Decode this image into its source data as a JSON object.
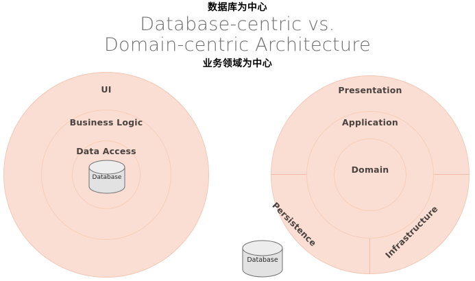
{
  "title": {
    "cn_note_top": "数据库为中心",
    "line1": "Database-centric vs.",
    "line2": "Domain-centric Architecture",
    "cn_note_bottom": "业务领域为中心"
  },
  "colors": {
    "ring_fill": "#fbded3",
    "ring_stroke": "#f3c7b4",
    "label_text": "#4a4340",
    "title_text": "#6e6e6e",
    "cn_text": "#000000",
    "cylinder_fill": "#e2e2e2",
    "cylinder_stroke": "#6f6f6f",
    "background": "#ffffff"
  },
  "left_diagram": {
    "name": "database-centric-architecture",
    "rings": [
      {
        "label": "UI"
      },
      {
        "label": "Business Logic"
      },
      {
        "label": "Data Access"
      }
    ],
    "center_icon": {
      "type": "database-cylinder",
      "label": "Database"
    }
  },
  "right_diagram": {
    "name": "domain-centric-architecture",
    "rings": [
      {
        "label": "Presentation"
      },
      {
        "label": "Application"
      },
      {
        "label": "Domain"
      }
    ],
    "sectors": [
      {
        "label": "Persistence",
        "rotation": 45
      },
      {
        "label": "Infrastructure",
        "rotation": -45
      }
    ]
  },
  "external_icon": {
    "type": "database-cylinder",
    "label": "Database"
  }
}
